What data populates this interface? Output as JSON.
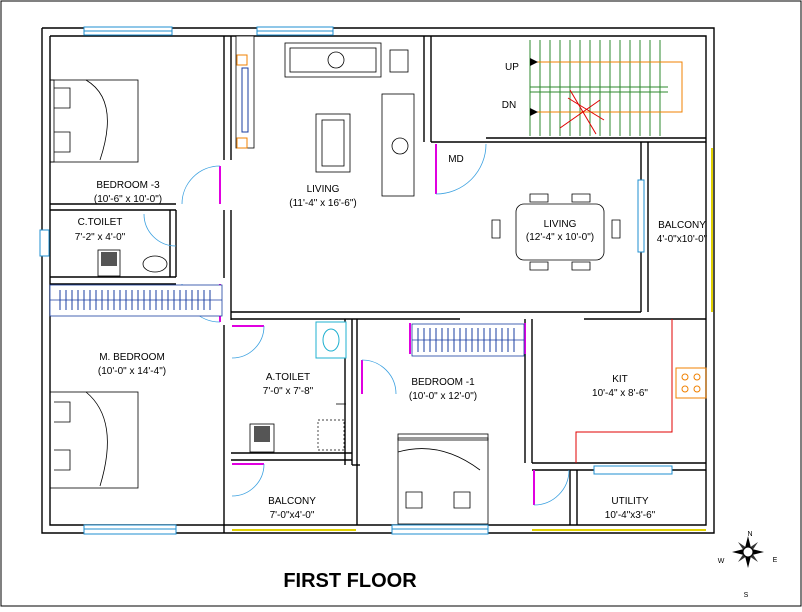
{
  "title": "FIRST FLOOR",
  "rooms": {
    "bedroom3": {
      "name": "BEDROOM -3",
      "size": "(10'-6\" x 10'-0\")"
    },
    "living1": {
      "name": "LIVING",
      "size": "(11'-4\" x 16'-6\")"
    },
    "ctoilet": {
      "name": "C.TOILET",
      "size": "7'-2\" x 4'-0\""
    },
    "living2": {
      "name": "LIVING",
      "size": "(12'-4\" x 10'-0\")"
    },
    "balcony1": {
      "name": "BALCONY",
      "size": "4'-0\"x10'-0\""
    },
    "mbedroom": {
      "name": "M. BEDROOM",
      "size": "(10'-0\" x 14'-4\")"
    },
    "atoilet": {
      "name": "A.TOILET",
      "size": "7'-0\" x 7'-8\""
    },
    "bedroom1": {
      "name": "BEDROOM -1",
      "size": "(10'-0\" x 12'-0\")"
    },
    "kit": {
      "name": "KIT",
      "size": "10'-4\" x 8'-6\""
    },
    "balcony2": {
      "name": "BALCONY",
      "size": "7'-0\"x4'-0\""
    },
    "utility": {
      "name": "UTILITY",
      "size": "10'-4\"x3'-6\""
    }
  },
  "stairs": {
    "up": "UP",
    "down": "DN"
  },
  "md_label": "MD",
  "compass": {
    "n": "N",
    "s": "S",
    "e": "E",
    "w": "W"
  }
}
